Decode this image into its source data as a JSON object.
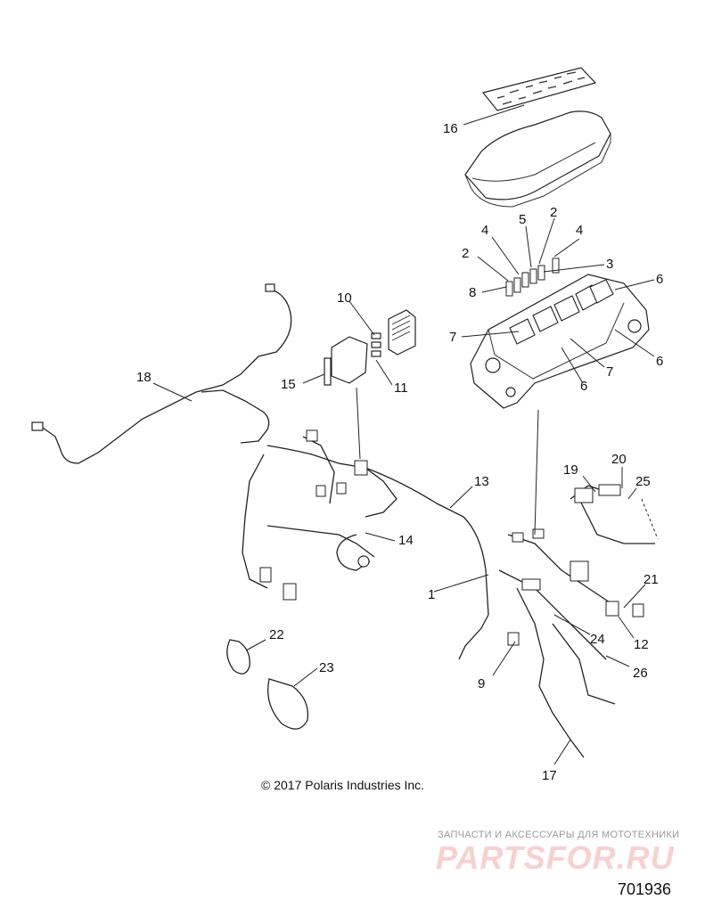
{
  "diagram": {
    "copyright": "© 2017 Polaris Industries Inc.",
    "diagram_id": "701936",
    "watermark": {
      "tagline": "ЗАПЧАСТИ И АКСЕССУАРЫ ДЛЯ МОТОТЕХНИКИ",
      "logo": "PARTSFOR.RU",
      "color": "#e03030"
    },
    "callouts": [
      {
        "id": "c16",
        "text": "16"
      },
      {
        "id": "c5",
        "text": "5"
      },
      {
        "id": "c2a",
        "text": "2"
      },
      {
        "id": "c4a",
        "text": "4"
      },
      {
        "id": "c4b",
        "text": "4"
      },
      {
        "id": "c2b",
        "text": "2"
      },
      {
        "id": "c3",
        "text": "3"
      },
      {
        "id": "c8",
        "text": "8"
      },
      {
        "id": "c6a",
        "text": "6"
      },
      {
        "id": "c7a",
        "text": "7"
      },
      {
        "id": "c6b",
        "text": "6"
      },
      {
        "id": "c7b",
        "text": "7"
      },
      {
        "id": "c6c",
        "text": "6"
      },
      {
        "id": "c10",
        "text": "10"
      },
      {
        "id": "c15",
        "text": "15"
      },
      {
        "id": "c11",
        "text": "11"
      },
      {
        "id": "c18",
        "text": "18"
      },
      {
        "id": "c13",
        "text": "13"
      },
      {
        "id": "c14",
        "text": "14"
      },
      {
        "id": "c1",
        "text": "1"
      },
      {
        "id": "c19",
        "text": "19"
      },
      {
        "id": "c20",
        "text": "20"
      },
      {
        "id": "c25",
        "text": "25"
      },
      {
        "id": "c21",
        "text": "21"
      },
      {
        "id": "c12",
        "text": "12"
      },
      {
        "id": "c24",
        "text": "24"
      },
      {
        "id": "c26",
        "text": "26"
      },
      {
        "id": "c9",
        "text": "9"
      },
      {
        "id": "c22",
        "text": "22"
      },
      {
        "id": "c23",
        "text": "23"
      },
      {
        "id": "c17",
        "text": "17"
      }
    ]
  }
}
